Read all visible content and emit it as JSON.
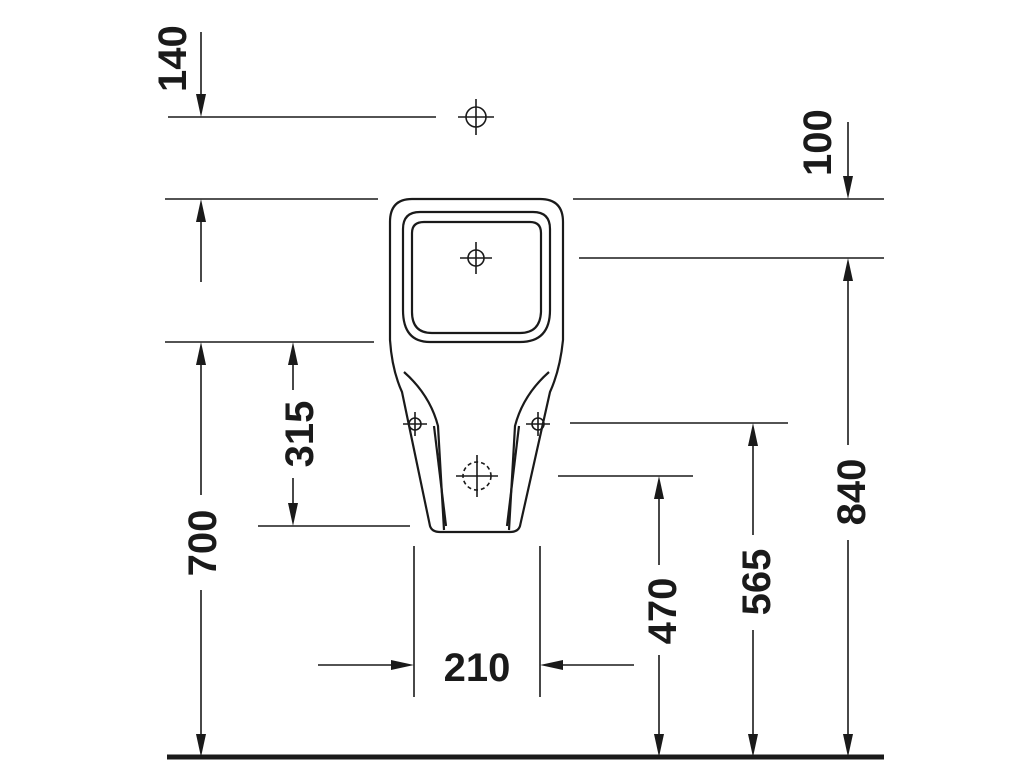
{
  "dimensions": {
    "d140": "140",
    "d100": "100",
    "d315": "315",
    "d700": "700",
    "d210": "210",
    "d470": "470",
    "d565": "565",
    "d840": "840"
  }
}
